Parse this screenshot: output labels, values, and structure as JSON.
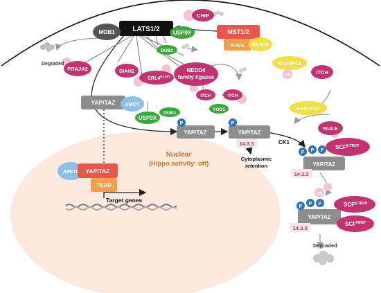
{
  "nodes": {
    "lats": "LATS1/2",
    "mob1": "MOB1",
    "usp9x_top": "USP9X",
    "dub3_top": "DUB3",
    "chip": "CHIP",
    "mst": "MST1/2",
    "sav1": "SAV1",
    "rassf": "RASSF",
    "praja2": "PRAJA2",
    "siah2": "SIAH2",
    "crl4_main": "CRL4",
    "crl4_sup": "DCAF1",
    "nedd4_line1": "NEDD4",
    "nedd4_line2": "family ligases",
    "rassf1a": "RASSF1A",
    "itch_right": "ITCH",
    "itch_mid": "ITCH",
    "itch_mid2": "ITCH",
    "yod1": "YOD1",
    "yaptaz_cyto": "YAP/TAZ",
    "amot_cyto": "AMOT",
    "dub3_mid": "DUB3",
    "usp9x_mid": "USP9X",
    "yaptaz_p1": "YAP/TAZ",
    "yaptaz_p2": "YAP/TAZ",
    "ck1": "CK1",
    "rassf1c": "RASSF1C",
    "mule": "MULE",
    "yaptaz_p3": "YAP/TAZ",
    "yaptaz_p4": "YAP/TAZ",
    "scf1_main": "SCF",
    "scf1_sup": "β-TRCP",
    "scf2_main": "SCF",
    "scf2_sup": "β-TRCP",
    "scf3_main": "SCF",
    "scf3_sup": "FBW7",
    "p": "P",
    "ub": "Ub",
    "s1433": "14.3.3",
    "amot_nuc": "AMOT",
    "yaptaz_nuc": "YAP/TAZ",
    "tead": "TEAD"
  },
  "labels": {
    "degraded_left": "Degraded",
    "cyto_retention_1": "Cytoplasmic",
    "cyto_retention_2": "retention",
    "nuclear_1": "Nuclear",
    "nuclear_2": "(Hippo activity: off)",
    "target_genes": "Target genes",
    "degraded_bottom": "Degraded"
  },
  "colors": {
    "magenta": "#c2336f",
    "green": "#3aa83a",
    "yellow": "#f2de46",
    "gray": "#8d8d8d",
    "blue": "#2d72b8",
    "red": "#e8584a",
    "orange": "#f0a04c",
    "light_blue": "#8cc0e8",
    "pink_ub": "#f2c4d6",
    "nucleus": "#fde9dd",
    "nuclear_text": "#c9762a"
  }
}
